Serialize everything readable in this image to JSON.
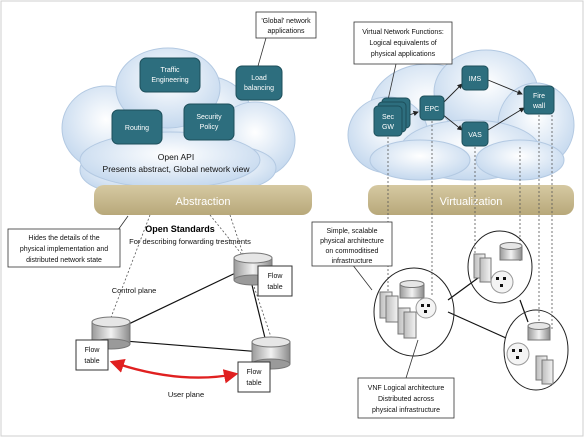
{
  "left": {
    "global_apps_callout": [
      "'Global' network",
      "applications"
    ],
    "apps": {
      "traffic": [
        "Traffic",
        "Engineering"
      ],
      "load": [
        "Load",
        "balancing"
      ],
      "routing": [
        "Routing"
      ],
      "security": [
        "Security",
        "Policy"
      ]
    },
    "open_api": [
      "Open API",
      "Presents abstract, Global network view"
    ],
    "abstraction": "Abstraction",
    "hides_callout": [
      "Hides the details of the",
      "physical implementation and",
      "distributed network state"
    ],
    "open_standards": "Open Standards",
    "describing": "For describing  forwarding trestments",
    "control_plane": "Control plane",
    "user_plane": "User plane",
    "flow_table": [
      "Flow",
      "table"
    ]
  },
  "right": {
    "vnf_callout": [
      "Virtual Network Functions:",
      "Logical equivalents of",
      "physical applications"
    ],
    "functions": {
      "secgw": [
        "Sec",
        "GW"
      ],
      "epc": [
        "EPC"
      ],
      "ims": [
        "IMS"
      ],
      "vas": [
        "VAS"
      ],
      "firewall": [
        "Fire",
        "wall"
      ]
    },
    "virtualization": "Virtualization",
    "simple_callout": [
      "Simple, scalable",
      "physical architecture",
      "on commoditised",
      "infrastructure"
    ],
    "vnf_logical_callout": [
      "VNF Logical architecture",
      "Distributed across",
      "physical infrastructure"
    ]
  },
  "colors": {
    "app_box": "#2d6e7e",
    "cloud": "#cfe0f2",
    "band": "#c8b98f",
    "red_arrow": "#e02020"
  }
}
